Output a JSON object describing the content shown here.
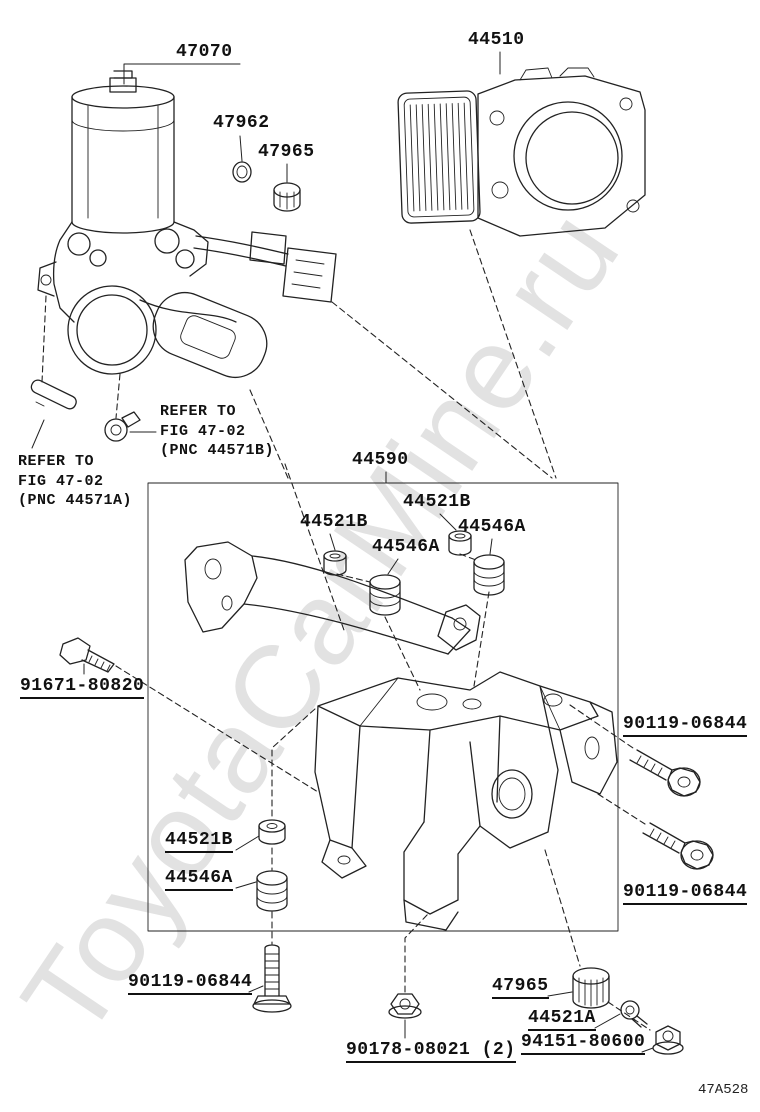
{
  "watermark": "ToyotaCarMine.ru",
  "diagram_code": "47A528",
  "labels": {
    "brake_booster_assy": "47070",
    "brake_actuator_assy": "44510",
    "oring": "47962",
    "cap_top": "47965",
    "refer_note_b": "REFER TO\nFIG 47-02\n(PNC 44571B)",
    "refer_note_a": "REFER TO\nFIG 47-02\n(PNC 44571A)",
    "bracket_assy": "44590",
    "collar_top_right": "44521B",
    "collar_top_left": "44521B",
    "cushion_top_left": "44546A",
    "cushion_top_right": "44546A",
    "bolt_left": "91671-80820",
    "bolt_right_upper": "90119-06844",
    "bolt_right_lower": "90119-06844",
    "collar_bottom": "44521B",
    "cushion_bottom": "44546A",
    "bolt_bottom_left": "90119-06844",
    "nut_bottom_center": "90178-08021 (2)",
    "cap_bottom": "47965",
    "screw_bottom": "44521A",
    "nut_bottom_right": "94151-80600"
  }
}
